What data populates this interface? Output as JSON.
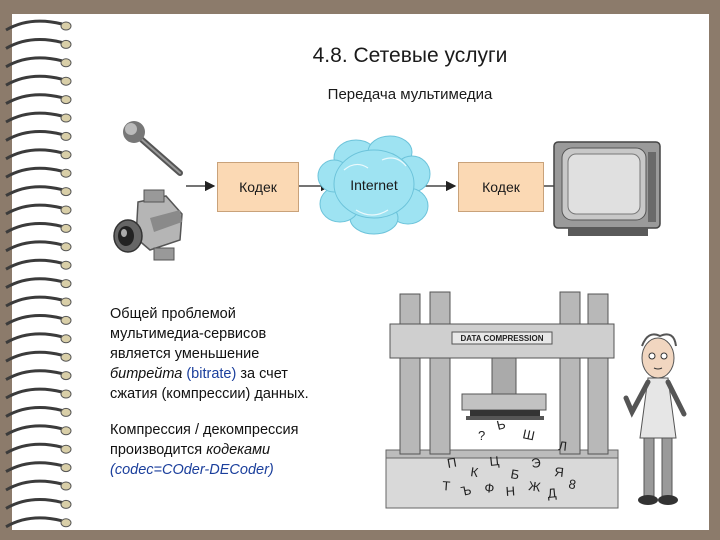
{
  "slide": {
    "title": "4.8. Сетевые услуги",
    "subtitle": "Передача мультимедиа"
  },
  "diagram": {
    "codec_left": "Кодек",
    "internet": "Internet",
    "codec_right": "Кодек",
    "press_label": "DATA COMPRESSION",
    "letters": [
      "П",
      "К",
      "Ц",
      "Б",
      "Э",
      "Я",
      "Т",
      "Ъ",
      "Ф",
      "Н",
      "Ж",
      "Д",
      "8",
      "?",
      "Ш",
      "Ь",
      "Л"
    ]
  },
  "text": {
    "p1_line1": "Общей проблемой",
    "p1_line2": "мультимедиа-сервисов",
    "p1_line3": "является уменьшение",
    "p1_line4_italic": "битрейта",
    "p1_line4_blue": "(bitrate)",
    "p1_line4_rest": "за счет",
    "p1_line5": "сжатия (компрессии) данных.",
    "p2_line1": "Компрессия / декомпрессия",
    "p2_line2_plain": "производится",
    "p2_line2_italic": "кодеками",
    "p2_line3": "(codec=COder-DECoder)"
  },
  "colors": {
    "background": "#8c7b6b",
    "page": "#ffffff",
    "codec_box": "#fbd9b4",
    "cloud": "#9ee3f2",
    "link_text": "#1b3f9c"
  }
}
